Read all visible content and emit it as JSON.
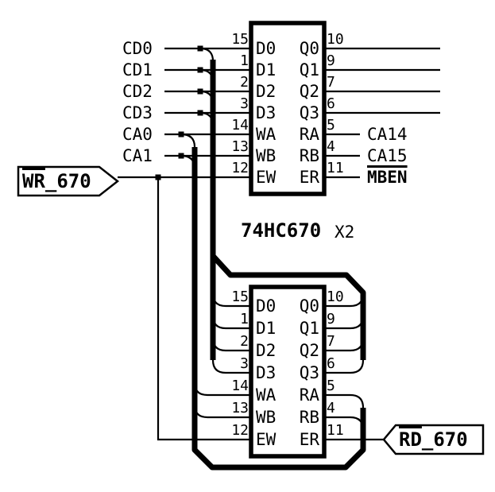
{
  "title": {
    "part": "74HC670",
    "multiplier": "X2"
  },
  "top_chip": {
    "left_pins": [
      {
        "num": "15",
        "name": "D0"
      },
      {
        "num": "1",
        "name": "D1"
      },
      {
        "num": "2",
        "name": "D2"
      },
      {
        "num": "3",
        "name": "D3"
      },
      {
        "num": "14",
        "name": "WA"
      },
      {
        "num": "13",
        "name": "WB"
      },
      {
        "num": "12",
        "name": "EW"
      }
    ],
    "right_pins": [
      {
        "num": "10",
        "name": "Q0"
      },
      {
        "num": "9",
        "name": "Q1"
      },
      {
        "num": "7",
        "name": "Q2"
      },
      {
        "num": "6",
        "name": "Q3"
      },
      {
        "num": "5",
        "name": "RA"
      },
      {
        "num": "4",
        "name": "RB"
      },
      {
        "num": "11",
        "name": "ER"
      }
    ]
  },
  "bottom_chip": {
    "left_pins": [
      {
        "num": "15",
        "name": "D0"
      },
      {
        "num": "1",
        "name": "D1"
      },
      {
        "num": "2",
        "name": "D2"
      },
      {
        "num": "3",
        "name": "D3"
      },
      {
        "num": "14",
        "name": "WA"
      },
      {
        "num": "13",
        "name": "WB"
      },
      {
        "num": "12",
        "name": "EW"
      }
    ],
    "right_pins": [
      {
        "num": "10",
        "name": "Q0"
      },
      {
        "num": "9",
        "name": "Q1"
      },
      {
        "num": "7",
        "name": "Q2"
      },
      {
        "num": "6",
        "name": "Q3"
      },
      {
        "num": "5",
        "name": "RA"
      },
      {
        "num": "4",
        "name": "RB"
      },
      {
        "num": "11",
        "name": "ER"
      }
    ]
  },
  "left_nets": [
    "CD0",
    "CD1",
    "CD2",
    "CD3",
    "CA0",
    "CA1"
  ],
  "right_nets": {
    "ra": "CA14",
    "rb": "CA15",
    "er": "MBEN"
  },
  "flags": {
    "wr": {
      "over": "WR",
      "rest": "_670"
    },
    "rd": {
      "over": "RD",
      "rest": "_670"
    }
  },
  "colors": {
    "ink": "#000000",
    "paper": "#ffffff"
  }
}
